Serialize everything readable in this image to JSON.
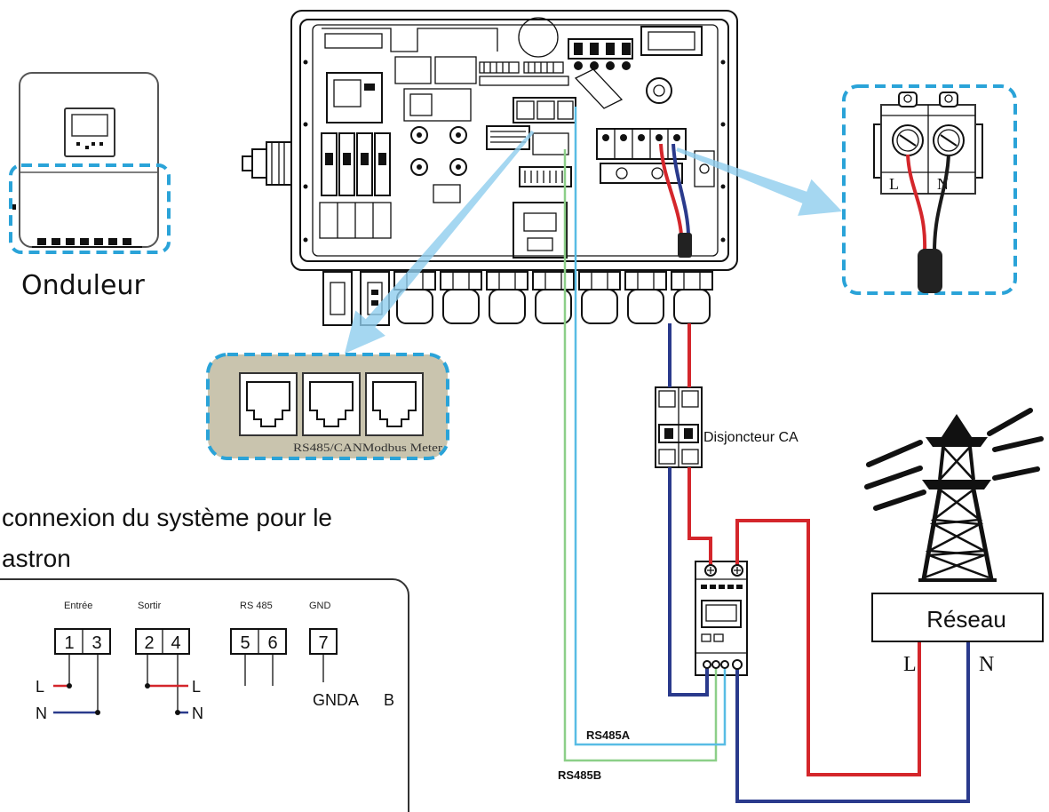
{
  "inverter": {
    "label": "Onduleur"
  },
  "comm_ports": {
    "label": "RS485/CANModbus Meter"
  },
  "breaker": {
    "label": "Disjoncteur CA"
  },
  "grid": {
    "label": "Réseau",
    "line_label": "L",
    "neutral_label": "N"
  },
  "ac_terminal_zoom": {
    "line_label": "L",
    "neutral_label": "N"
  },
  "rs485": {
    "a_label": "RS485A",
    "b_label": "RS485B"
  },
  "meter_wiring": {
    "title_line1": "connexion du système pour le",
    "title_line2": "astron",
    "groups": [
      {
        "header": "Entrée",
        "terminals": [
          "1",
          "3"
        ]
      },
      {
        "header": "Sortir",
        "terminals": [
          "2",
          "4"
        ]
      },
      {
        "header": "RS 485",
        "terminals": [
          "5",
          "6"
        ]
      },
      {
        "header": "GND",
        "terminals": [
          "7"
        ]
      }
    ],
    "input_line_label": "L",
    "input_neutral_label": "N",
    "output_line_label": "L",
    "output_neutral_label": "N",
    "gnd_label": "GNDA",
    "b_label": "B"
  },
  "colors": {
    "line": "#d4262b",
    "neutral": "#2a3a8c",
    "rs485a": "#58bce4",
    "rs485b": "#8ccf88",
    "highlight": "#2aa3d8",
    "arrow": "#8fcdee",
    "port_panel": "#c9c4ae"
  }
}
